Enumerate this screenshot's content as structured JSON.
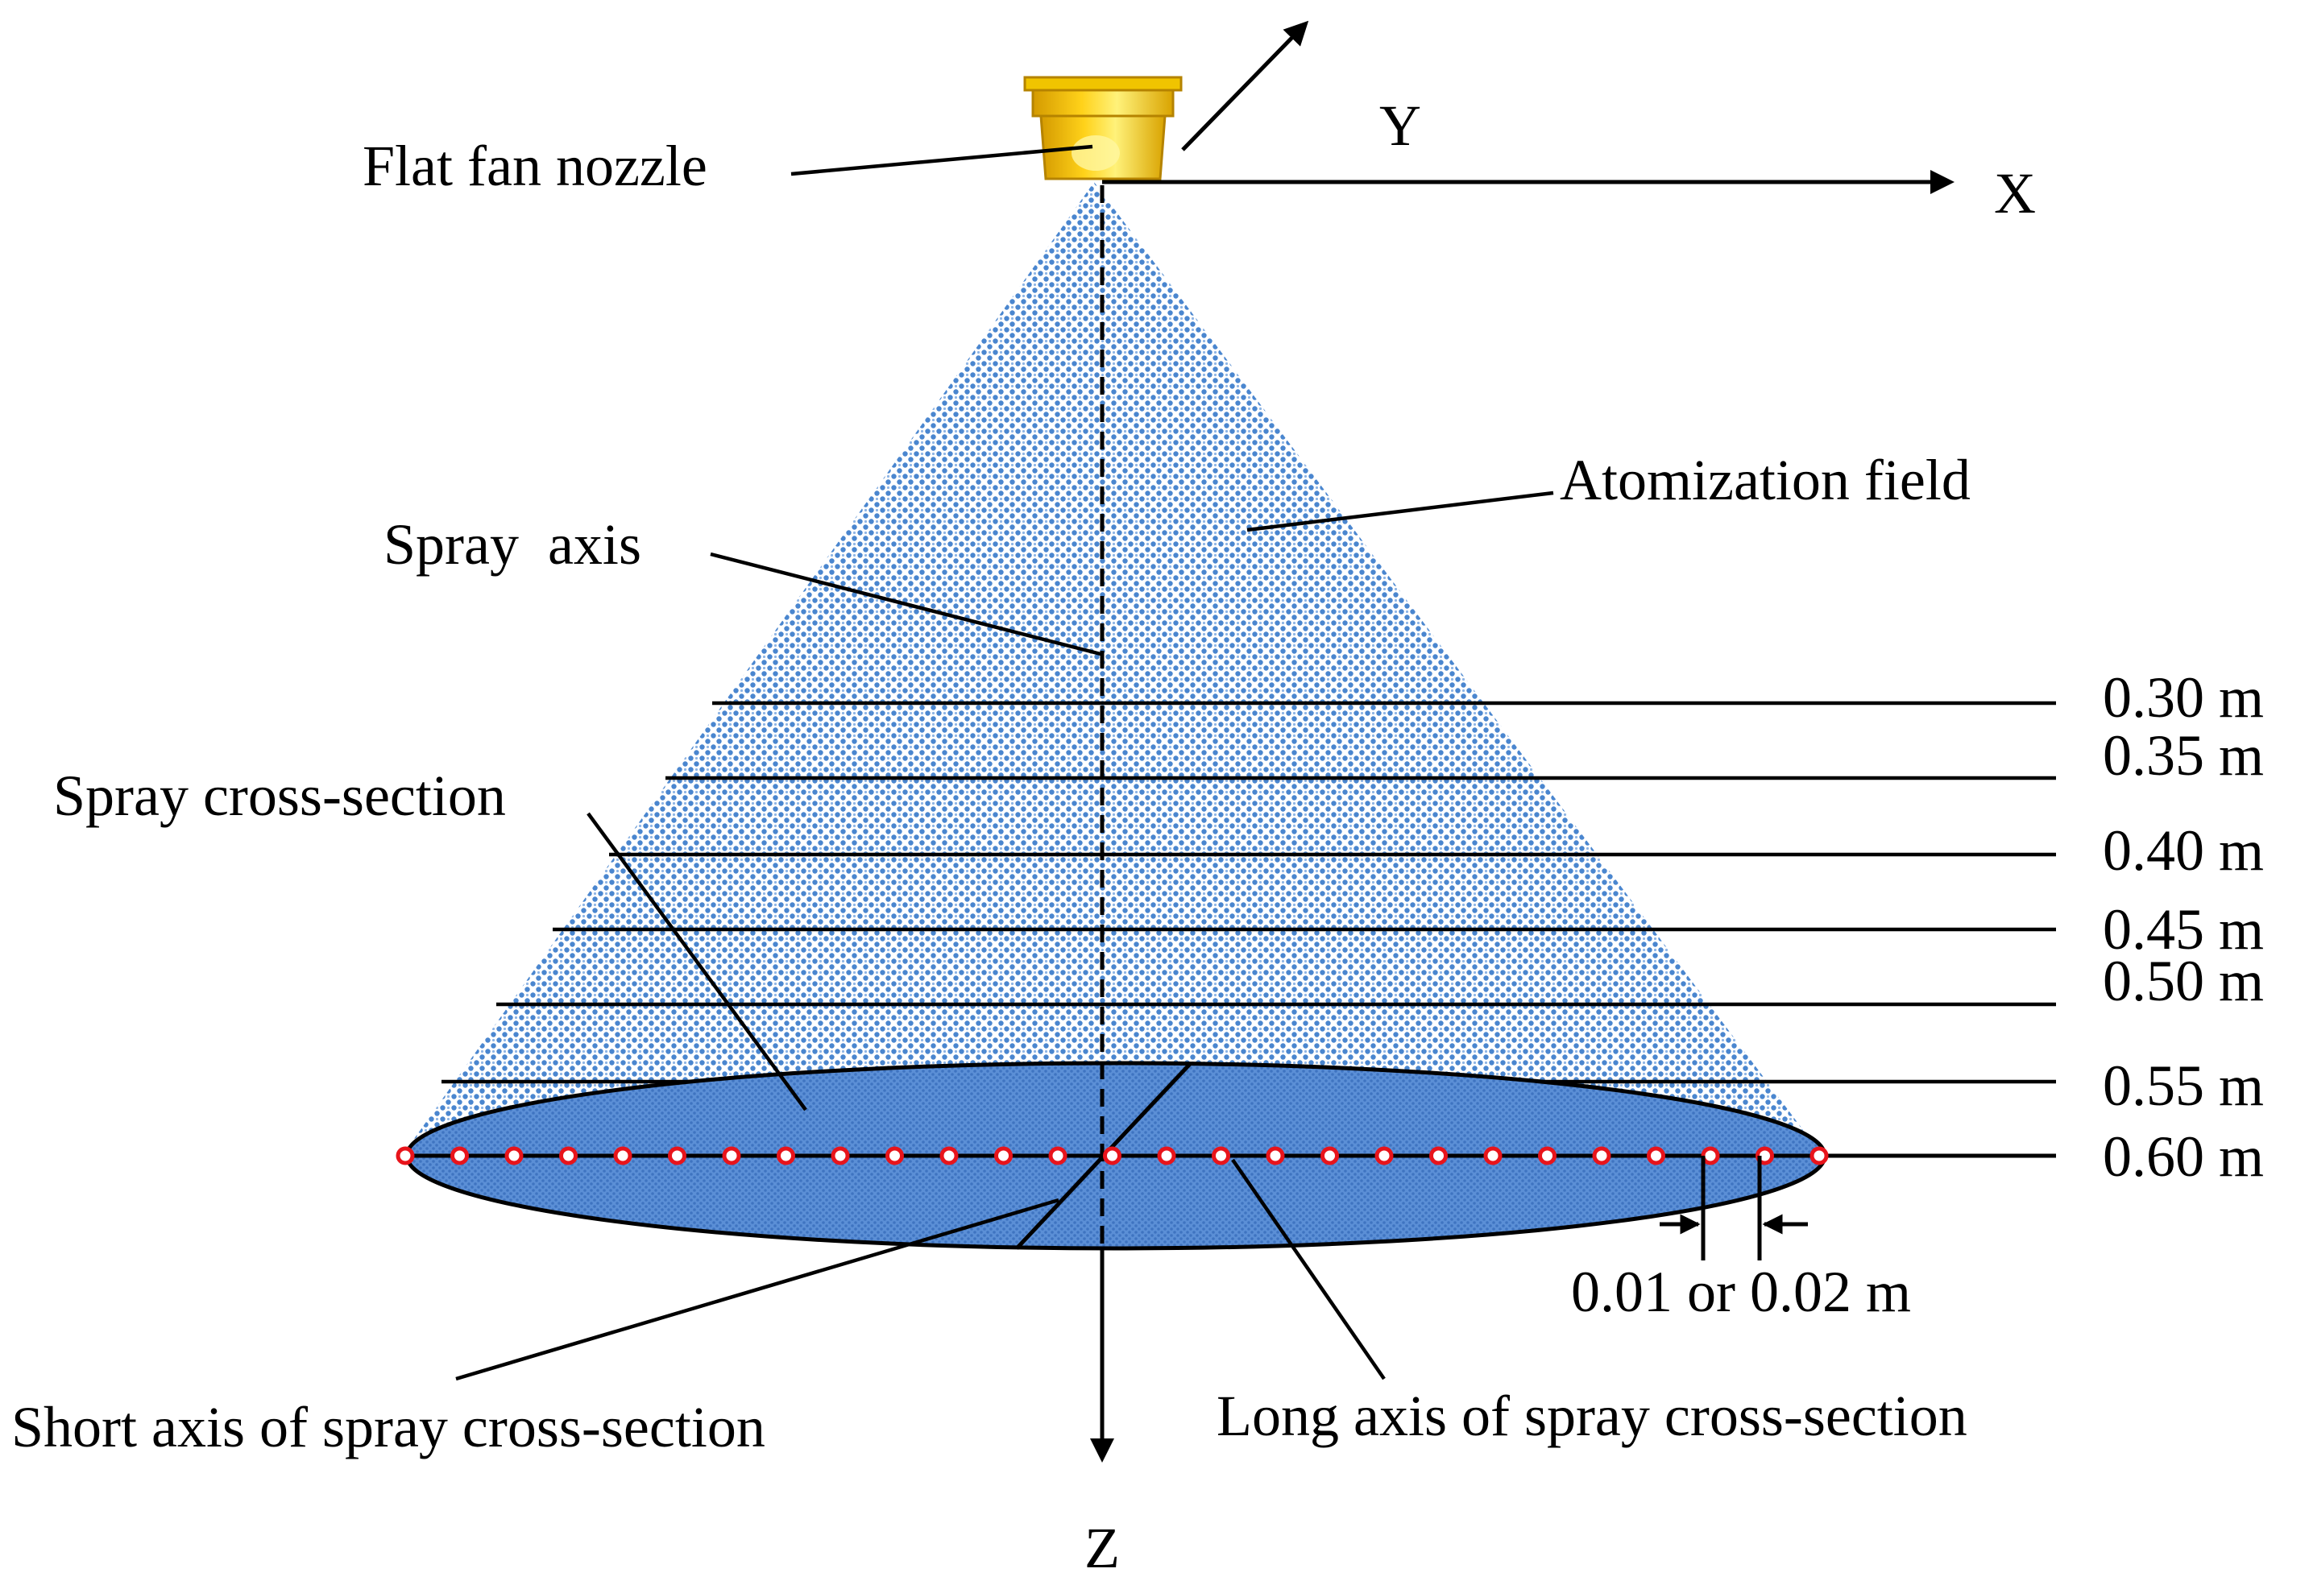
{
  "labels": {
    "nozzle": "Flat fan nozzle",
    "atomization_field": "Atomization field",
    "spray_axis": "Spray  axis",
    "cross_section": "Spray cross-section",
    "short_axis": "Short axis of spray cross-section",
    "long_axis": "Long axis of spray cross-section",
    "spacing": "0.01 or 0.02 m"
  },
  "axes": {
    "x": "X",
    "y": "Y",
    "z": "Z"
  },
  "heights": [
    "0.30 m",
    "0.35 m",
    "0.40 m",
    "0.45 m",
    "0.50 m",
    "0.55 m",
    "0.60 m"
  ],
  "colors": {
    "spray": "#4a86cf",
    "cross_section": "#5b8fd6",
    "nozzle_body": "#f2c200",
    "nozzle_highlight": "#fff27a",
    "sample_point_ring": "#e8141b"
  }
}
